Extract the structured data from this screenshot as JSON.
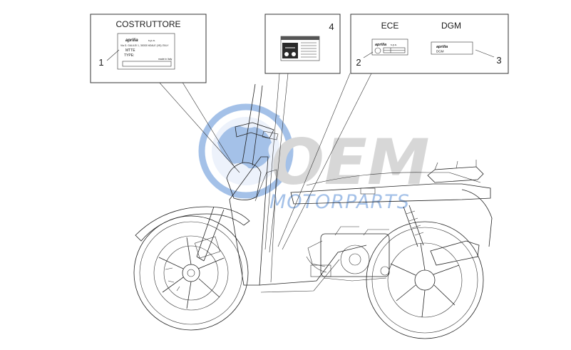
{
  "panels": {
    "costruttore": {
      "title": "COSTRUTTORE",
      "callout": "1",
      "plate": {
        "brand": "aprilia",
        "company_suffix": "s.p.a.",
        "address": "Via G. GALILEI 1, 30033 NOALE (VE)-ITALY",
        "mtte_label": "MTTE",
        "type_label": "TYPE:",
        "origin": "made in Italy"
      }
    },
    "center": {
      "callout": "4"
    },
    "ece_dgm": {
      "ece_title": "ECE",
      "dgm_title": "DGM",
      "ece_callout": "2",
      "dgm_callout": "3",
      "ece_label": {
        "brand": "aprilia",
        "suffix": "s.p.a."
      },
      "dgm_label": {
        "brand": "aprilia",
        "code": "DGM"
      }
    }
  },
  "watermark": {
    "logo_text": "OEM",
    "sub_text": "MOTORPARTS",
    "color_blue": "#5b8fd6",
    "color_gray": "#b8b8b8"
  }
}
